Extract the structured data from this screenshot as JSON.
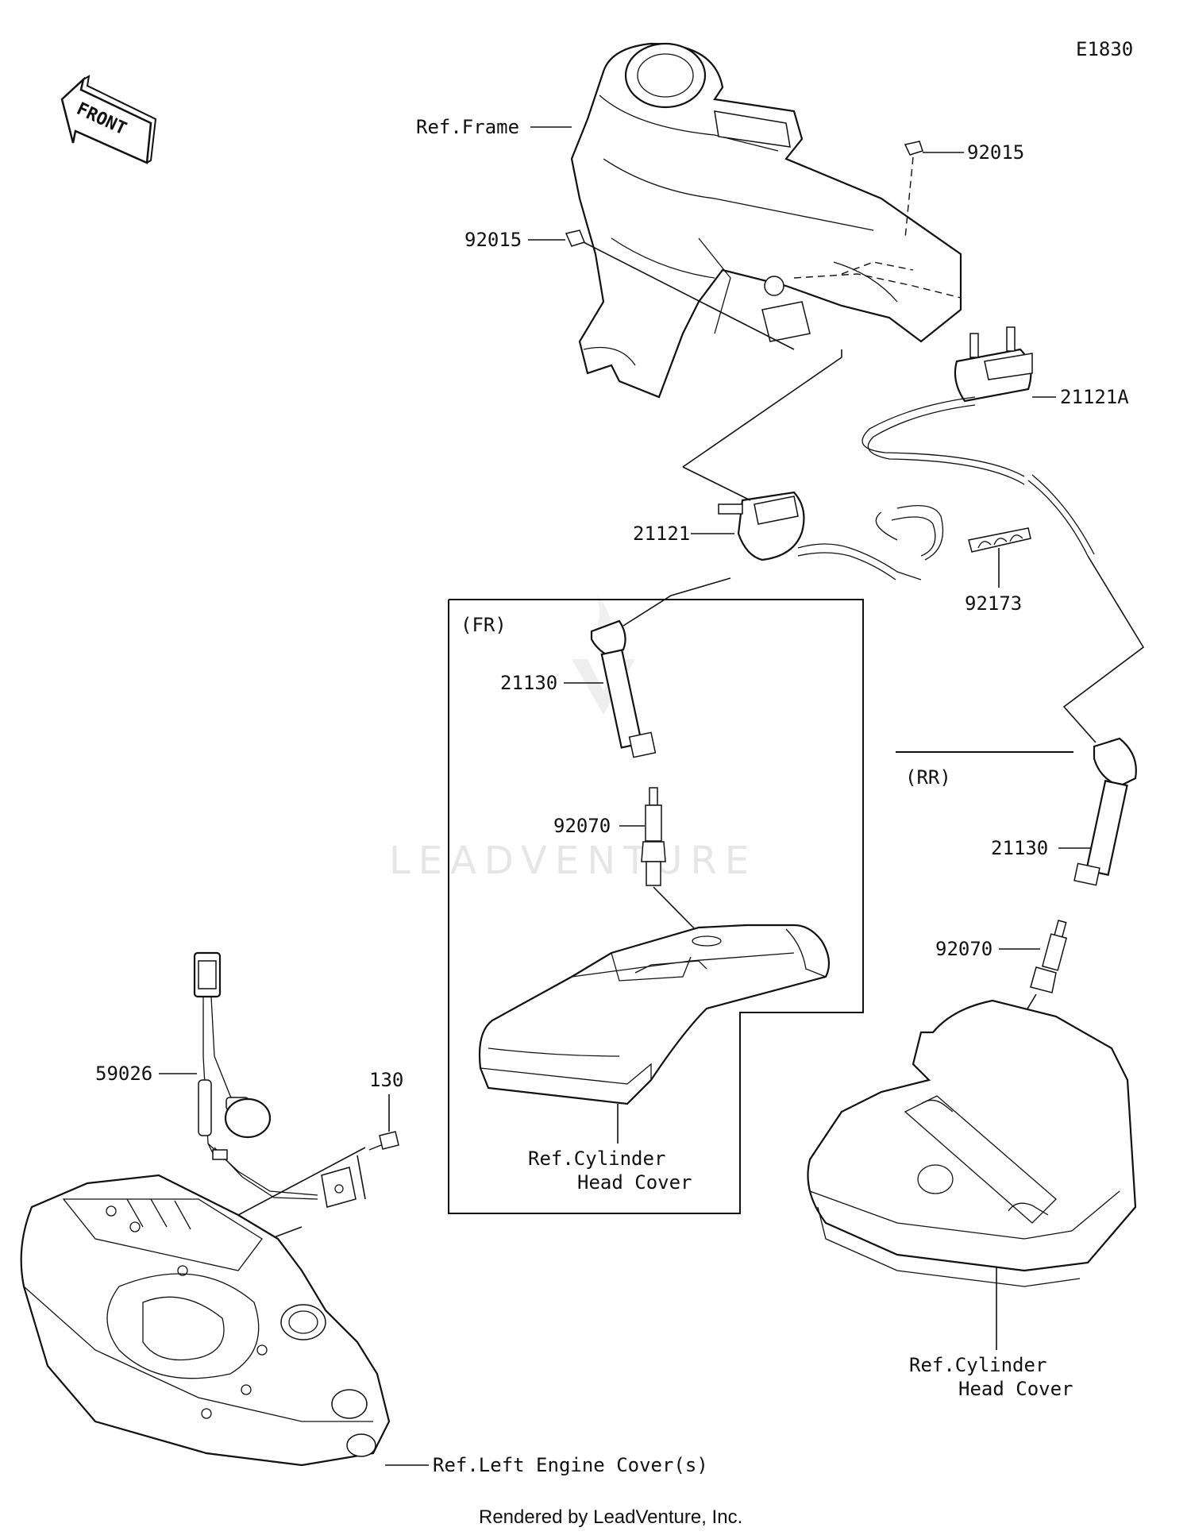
{
  "diagram": {
    "id_label": "E1830",
    "front_label": "FRONT",
    "watermark": "LEADVENTURE",
    "footer": "Rendered by LeadVenture, Inc.",
    "sections": {
      "front": "(FR)",
      "rear": "(RR)"
    },
    "callouts": {
      "ref_frame": "Ref.Frame",
      "nut_top": "92015",
      "nut_left": "92015",
      "coil_rear": "21121A",
      "coil_front": "21121",
      "clamp": "92173",
      "cap_front": "21130",
      "plug_front": "92070",
      "cover_front_line1": "Ref.Cylinder",
      "cover_front_line2": "Head Cover",
      "cap_rear": "21130",
      "plug_rear": "92070",
      "cover_rear_line1": "Ref.Cylinder",
      "cover_rear_line2": "Head Cover",
      "sensor": "59026",
      "bolt": "130",
      "engine_cover": "Ref.Left Engine Cover(s)"
    }
  }
}
